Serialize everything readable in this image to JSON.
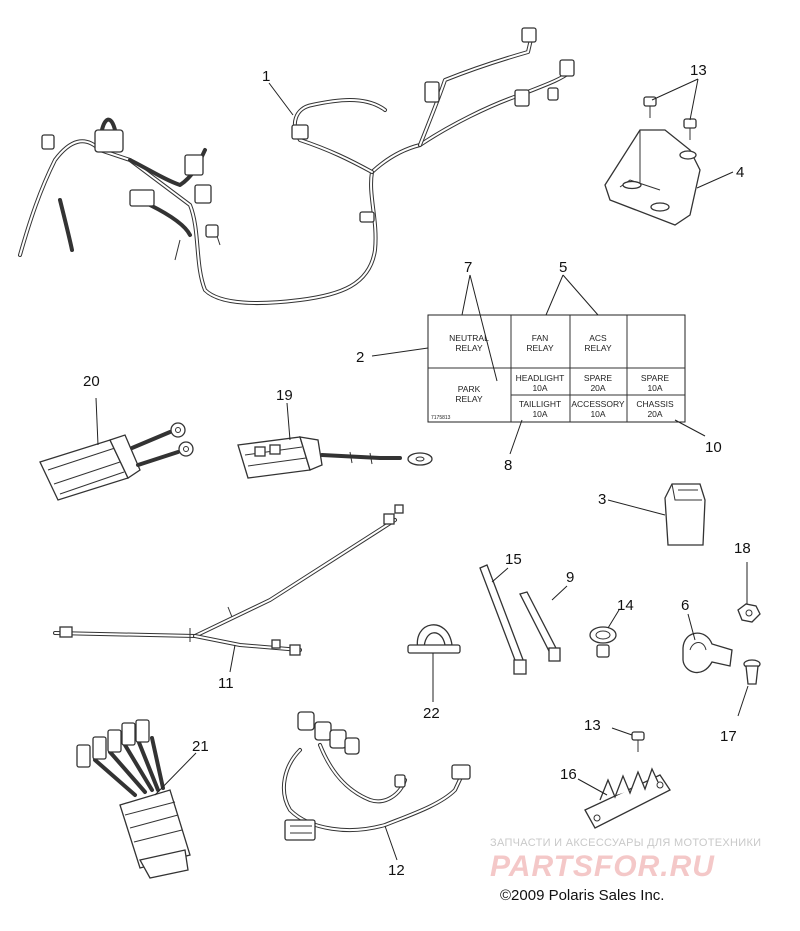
{
  "callouts": {
    "c1": "1",
    "c2": "2",
    "c3": "3",
    "c4": "4",
    "c5": "5",
    "c6": "6",
    "c7": "7",
    "c8": "8",
    "c9": "9",
    "c10": "10",
    "c11": "11",
    "c12": "12",
    "c13a": "13",
    "c13b": "13",
    "c14": "14",
    "c15": "15",
    "c16": "16",
    "c17": "17",
    "c18": "18",
    "c19": "19",
    "c20": "20",
    "c21": "21",
    "c22": "22"
  },
  "fuse_label": {
    "neutral_relay": [
      "NEUTRAL",
      "RELAY"
    ],
    "fan_relay": [
      "FAN",
      "RELAY"
    ],
    "acs_relay": [
      "ACS",
      "RELAY"
    ],
    "park_relay": [
      "PARK",
      "RELAY"
    ],
    "headlight": [
      "HEADLIGHT",
      "10A"
    ],
    "spare_a": [
      "SPARE",
      "20A"
    ],
    "spare_b": [
      "SPARE",
      "10A"
    ],
    "taillight": [
      "TAILLIGHT",
      "10A"
    ],
    "accessory": [
      "ACCESSORY",
      "10A"
    ],
    "chassis": [
      "CHASSIS",
      "20A"
    ],
    "part_number": "7175813"
  },
  "watermark": {
    "top_text": "ЗАПЧАСТИ И АКСЕССУАРЫ ДЛЯ МОТОТЕХНИКИ",
    "brand": "PARTSFOR.RU"
  },
  "copyright": "©2009 Polaris Sales Inc."
}
